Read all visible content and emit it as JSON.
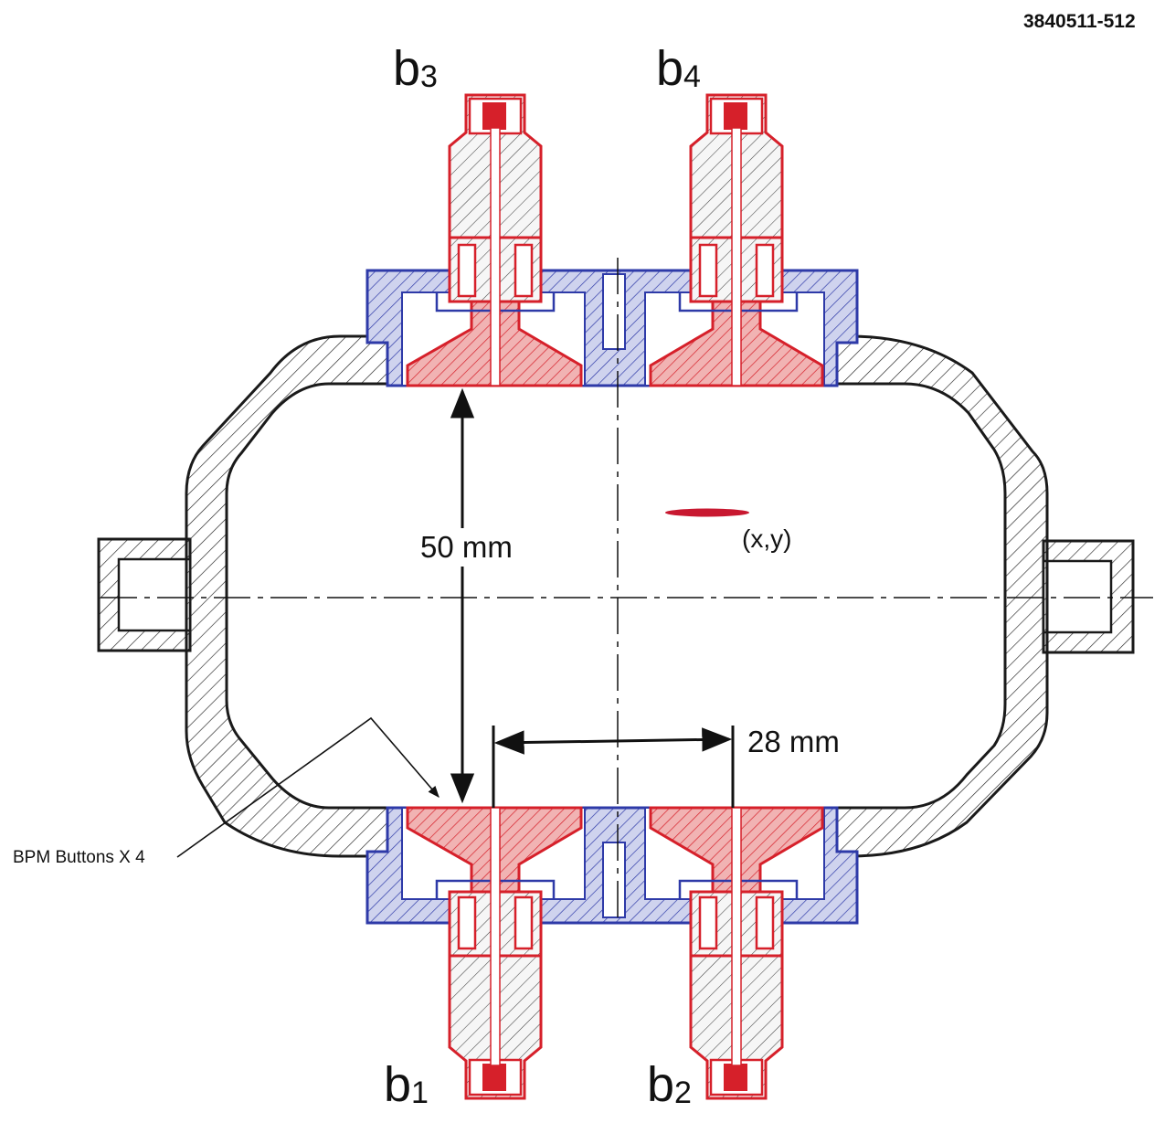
{
  "figure_id": "3840511-512",
  "buttons": [
    {
      "id": "b3",
      "letter": "b",
      "index": "3"
    },
    {
      "id": "b4",
      "letter": "b",
      "index": "4"
    },
    {
      "id": "b1",
      "letter": "b",
      "index": "1"
    },
    {
      "id": "b2",
      "letter": "b",
      "index": "2"
    }
  ],
  "dimensions": {
    "vertical": "50 mm",
    "horizontal": "28 mm"
  },
  "beam_position_label": "(x,y)",
  "callout_label": "BPM Buttons X 4",
  "colors": {
    "chamber": "#1a1a1a",
    "flange": "#2e3aa8",
    "button": "#d6202a",
    "beam_spot": "#c81830",
    "centerline": "#111111"
  }
}
